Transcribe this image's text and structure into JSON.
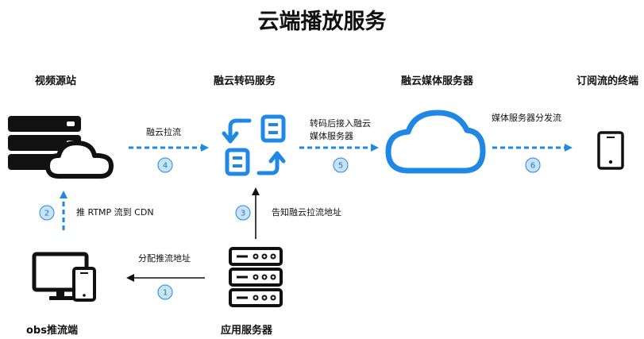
{
  "title": "云端播放服务",
  "nodes": {
    "video_source": "视频源站",
    "transcode": "融云转码服务",
    "media_server": "融云媒体服务器",
    "subscriber": "订阅流的终端",
    "obs": "obs推流端",
    "app_server": "应用服务器"
  },
  "edges": {
    "step1": {
      "number": "1",
      "label": "分配推流地址"
    },
    "step2": {
      "number": "2",
      "label": "推 RTMP 流到 CDN"
    },
    "step3": {
      "number": "3",
      "label": "告知融云拉流地址"
    },
    "step4": {
      "number": "4",
      "label": "融云拉流"
    },
    "step5": {
      "number": "5",
      "label_line1": "转码后接入融云",
      "label_line2": "媒体服务器"
    },
    "step6": {
      "number": "6",
      "label": "媒体服务器分发流"
    }
  },
  "colors": {
    "accent": "#1f87e5",
    "icon_dark": "#111111",
    "badge_fill": "#c8e3f7",
    "badge_text": "#1e78b6",
    "arrow_dark": "#111111"
  },
  "icons": {
    "video_source": "server-cloud-icon",
    "transcode": "transcode-icon",
    "media_server": "cloud-icon",
    "subscriber": "phone-icon",
    "obs": "monitor-phone-icon",
    "app_server": "server-rack-icon"
  }
}
